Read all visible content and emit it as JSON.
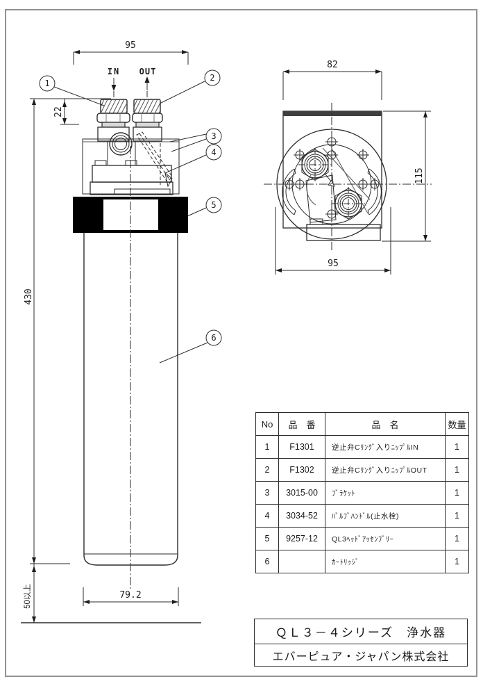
{
  "page": {
    "title_block": {
      "series_title": "ＱＬ３－４シリーズ　浄水器",
      "company": "エバーピュア・ジャパン株式会社"
    }
  },
  "front_view": {
    "port_labels": {
      "in": "IN",
      "out": "OUT"
    },
    "dimensions": {
      "head_width": "95",
      "nipple_height": "22",
      "body_height": "430",
      "min_clearance": "50以上",
      "cartridge_diameter": "79.2"
    }
  },
  "top_view": {
    "dimensions": {
      "bracket_width": "82",
      "overall_depth": "115",
      "overall_width": "95"
    }
  },
  "callouts": [
    "1",
    "2",
    "3",
    "4",
    "5",
    "6"
  ],
  "parts_table": {
    "headers": {
      "no": "No",
      "part_number": "品　番",
      "part_name": "品　名",
      "quantity": "数量"
    },
    "rows": [
      {
        "no": "1",
        "part_number": "F1301",
        "part_name": "逆止弁Cﾘﾝｸﾞ入りﾆｯﾌﾟﾙIN",
        "quantity": "1"
      },
      {
        "no": "2",
        "part_number": "F1302",
        "part_name": "逆止弁Cﾘﾝｸﾞ入りﾆｯﾌﾟﾙOUT",
        "quantity": "1"
      },
      {
        "no": "3",
        "part_number": "3015-00",
        "part_name": "ﾌﾞﾗｹｯﾄ",
        "quantity": "1"
      },
      {
        "no": "4",
        "part_number": "3034-52",
        "part_name": "ﾊﾞﾙﾌﾞﾊﾝﾄﾞﾙ(止水栓)",
        "quantity": "1"
      },
      {
        "no": "5",
        "part_number": "9257-12",
        "part_name": "QL3ﾍｯﾄﾞｱｯｾﾝﾌﾞﾘｰ",
        "quantity": "1"
      },
      {
        "no": "6",
        "part_number": "",
        "part_name": "ｶｰﾄﾘｯｼﾞ",
        "quantity": "1"
      }
    ]
  },
  "colors": {
    "line": "#2b2b2b",
    "band_fill": "#000000",
    "sheet_border": "#919191"
  }
}
